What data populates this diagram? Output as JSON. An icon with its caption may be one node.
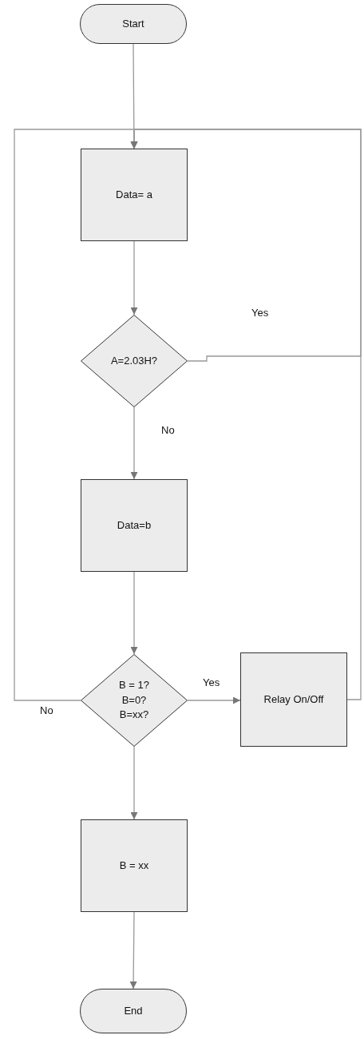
{
  "diagram": {
    "nodes": [
      {
        "text": [
          "Start"
        ]
      },
      {
        "text": [
          "Data= a"
        ]
      },
      {
        "text": [
          "A=2.03H?"
        ]
      },
      {
        "text": [
          "Data=b"
        ]
      },
      {
        "text": [
          "B = 1? B=0? B=xx?"
        ]
      },
      {
        "text": [
          "Relay On/Off"
        ]
      },
      {
        "text": [
          "B = xx"
        ]
      },
      {
        "text": [
          "End"
        ]
      }
    ],
    "edges": [
      {
        "from": 0,
        "to": 1,
        "arrow": "to"
      },
      {
        "from": 1,
        "to": 2,
        "arrow": "to"
      },
      {
        "from": 2,
        "to": 1,
        "label": "Yes",
        "arrow": "to"
      },
      {
        "from": 2,
        "to": 3,
        "label": "No",
        "arrow": "to"
      },
      {
        "from": 3,
        "to": 4,
        "arrow": "to"
      },
      {
        "from": 4,
        "to": 5,
        "label": "Yes",
        "arrow": "to"
      },
      {
        "from": 4,
        "to": 1,
        "label": "No",
        "arrow": "to"
      },
      {
        "from": 5,
        "to": 1,
        "arrow": "to"
      },
      {
        "from": 4,
        "to": 6,
        "arrow": "to"
      },
      {
        "from": 6,
        "to": 7,
        "arrow": "to"
      }
    ]
  }
}
